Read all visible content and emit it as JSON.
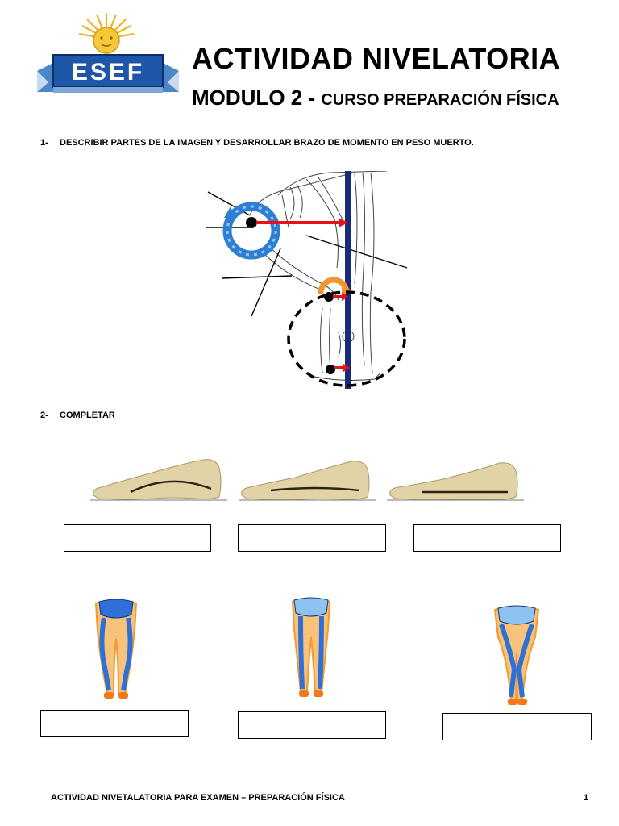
{
  "header": {
    "logo_text": "ESEF",
    "title": "ACTIVIDAD NIVELATORIA",
    "subtitle_main": "MODULO 2 - ",
    "subtitle_course": "CURSO PREPARACIÓN FÍSICA"
  },
  "questions": [
    {
      "number": "1-",
      "text": "DESCRIBIR PARTES DE LA IMAGEN Y DESARROLLAR BRAZO DE MOMENTO EN PESO MUERTO."
    },
    {
      "number": "2-",
      "text": "COMPLETAR"
    }
  ],
  "colors": {
    "blue_joint": "#2d7fd3",
    "orange_joint": "#f0952f",
    "moment_arrow": "#e8101a",
    "load_line": "#1a2a7a",
    "bone_blue": "#2f6fd8",
    "bone_orange": "#f29a2e",
    "skin": "#e2d3a6"
  },
  "answer_boxes": [
    {
      "value": ""
    },
    {
      "value": ""
    },
    {
      "value": ""
    },
    {
      "value": ""
    },
    {
      "value": ""
    },
    {
      "value": ""
    }
  ],
  "footer": {
    "text": "ACTIVIDAD NIVETALATORIA PARA EXAMEN – PREPARACIÓN FÍSICA",
    "page": "1"
  }
}
